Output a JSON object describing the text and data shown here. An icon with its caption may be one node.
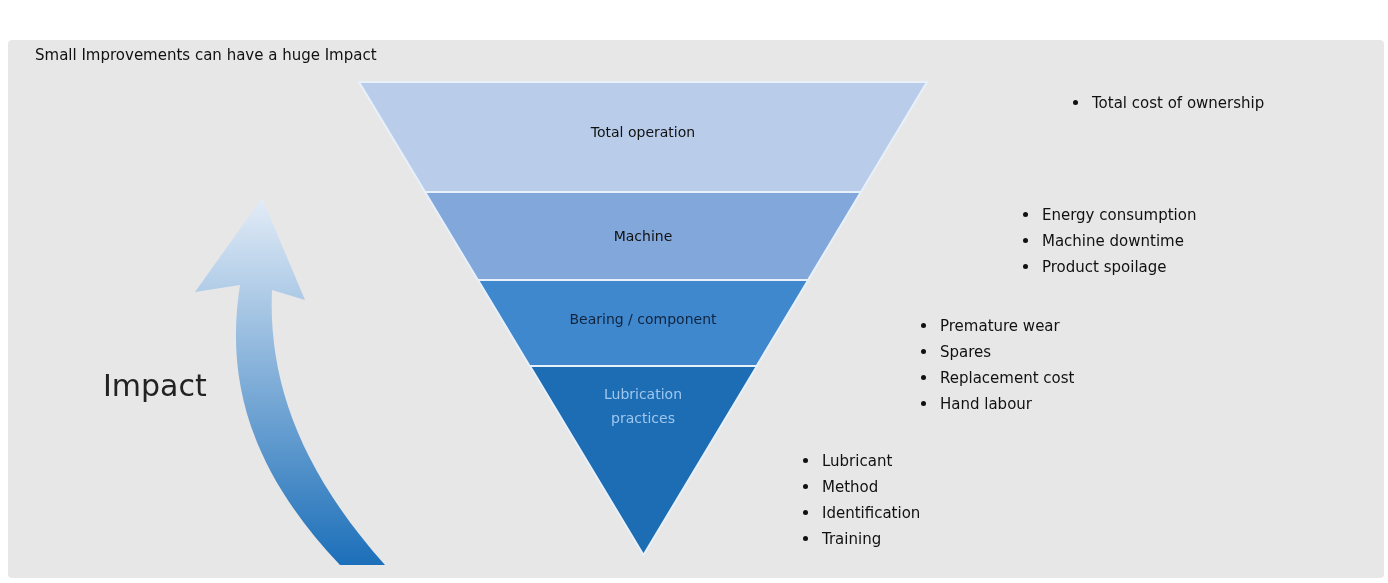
{
  "diagram": {
    "title": "Small Improvements can have a huge Impact",
    "nodes": [
      {
        "text": [
          "Total operation"
        ]
      },
      {
        "text": [
          "Machine"
        ],
        "beside": [
          "Energy consumption",
          "Machine downtime",
          "Product spoilage"
        ]
      },
      {
        "text": [
          "Bearing / component"
        ],
        "beside": [
          "Premature wear",
          "Spares",
          "Replacement cost",
          "Hand labour"
        ]
      },
      {
        "text": [
          "Lubrication practices"
        ],
        "beside": [
          "Lubricant",
          "Method",
          "Identification",
          "Training"
        ]
      }
    ],
    "edges": [],
    "labels": [
      "Total cost of ownership",
      "Impact"
    ]
  }
}
